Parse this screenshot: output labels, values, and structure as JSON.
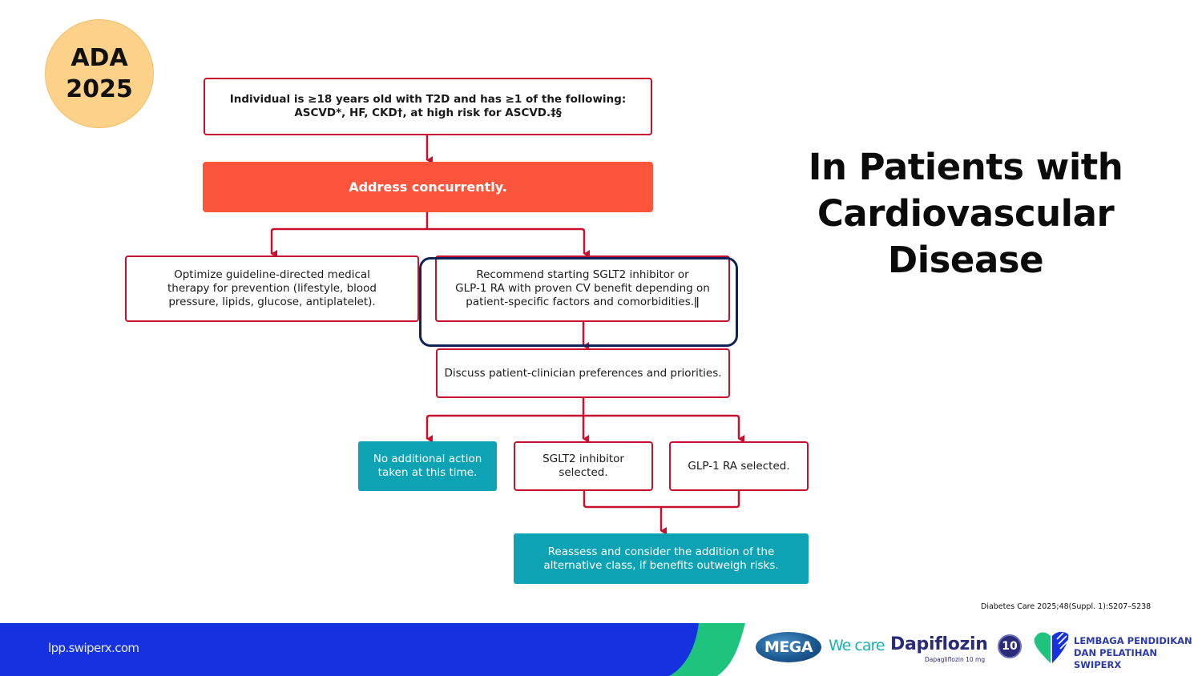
{
  "badge": {
    "line1": "ADA",
    "line2": "2025",
    "color": "#fcd18a"
  },
  "slide_title": [
    "In Patients with",
    "Cardiovascular",
    "Disease"
  ],
  "flowchart": {
    "nodes": {
      "criteria": {
        "line1": "Individual is ≥18 years old with T2D and has ≥1 of the following:",
        "line2": "ASCVD*, HF, CKD†, at high risk for ASCVD.‡§"
      },
      "address": {
        "text": "Address concurrently."
      },
      "optimize": {
        "line1": "Optimize guideline-directed medical",
        "line2": "therapy for prevention (lifestyle, blood",
        "line3": "pressure, lipids, glucose, antiplatelet)."
      },
      "recommend": {
        "line1": "Recommend starting SGLT2 inhibitor or",
        "line2": "GLP-1 RA with proven CV benefit depending on",
        "line3": "patient-specific factors and comorbidities.ǁ"
      },
      "discuss": {
        "text": "Discuss patient-clinician preferences and priorities."
      },
      "no_action": {
        "line1": "No additional action",
        "line2": "taken at this time."
      },
      "sglt2": {
        "line1": "SGLT2 inhibitor",
        "line2": "selected."
      },
      "glp1": {
        "text": "GLP-1 RA selected."
      },
      "reassess": {
        "line1": "Reassess and consider the addition of the",
        "line2": "alternative class, if benefits outweigh risks."
      }
    },
    "edges": [
      [
        "criteria",
        "address"
      ],
      [
        "address",
        "optimize"
      ],
      [
        "address",
        "recommend"
      ],
      [
        "recommend",
        "discuss"
      ],
      [
        "discuss",
        "no_action"
      ],
      [
        "discuss",
        "sglt2"
      ],
      [
        "discuss",
        "glp1"
      ],
      [
        "sglt2",
        "reassess"
      ],
      [
        "glp1",
        "reassess"
      ]
    ],
    "highlighted_node": "recommend",
    "colors": {
      "border": "#c8102e",
      "action_fill": "#fd553b",
      "outcome_fill": "#0ea3b4",
      "highlight": "#0f2356"
    }
  },
  "citation": "Diabetes Care 2025;48(Suppl. 1):S207–S238",
  "footer": {
    "url": "lpp.swiperx.com",
    "bar_color": "#1632e0",
    "accent_color": "#1ec47e",
    "sponsor": {
      "mega": "MEGA",
      "tagline": "We care",
      "brand": "Dapiflozin",
      "brand_sub": "Dapagliflozin 10 mg",
      "dose_badge": "10"
    },
    "org": {
      "line1": "LEMBAGA PENDIDIKAN",
      "line2": "DAN PELATIHAN SWIPERX"
    }
  }
}
